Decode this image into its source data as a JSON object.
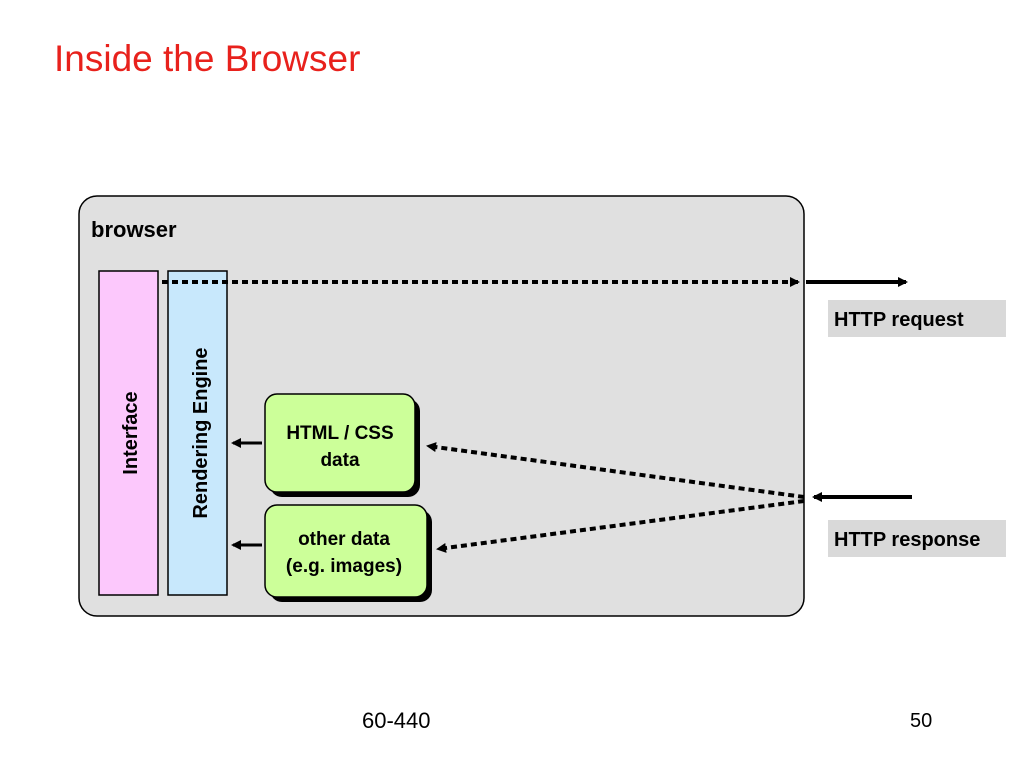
{
  "slide": {
    "title": "Inside the Browser",
    "footer_course": "60-440",
    "page_number": "50"
  },
  "diagram": {
    "browser_label": "browser",
    "interface_label": "Interface",
    "rendering_engine_label": "Rendering Engine",
    "html_css_line1": "HTML / CSS",
    "html_css_line2": "data",
    "other_data_line1": "other data",
    "other_data_line2": "(e.g. images)",
    "http_request_label": "HTTP request",
    "http_response_label": "HTTP response"
  },
  "colors": {
    "title": "#e8211c",
    "browser_box_fill": "#e0e0e0",
    "interface_fill": "#fcc8fc",
    "rendering_engine_fill": "#c8e8fc",
    "data_box_fill": "#ccff99",
    "http_label_fill": "#d9d9d9"
  }
}
